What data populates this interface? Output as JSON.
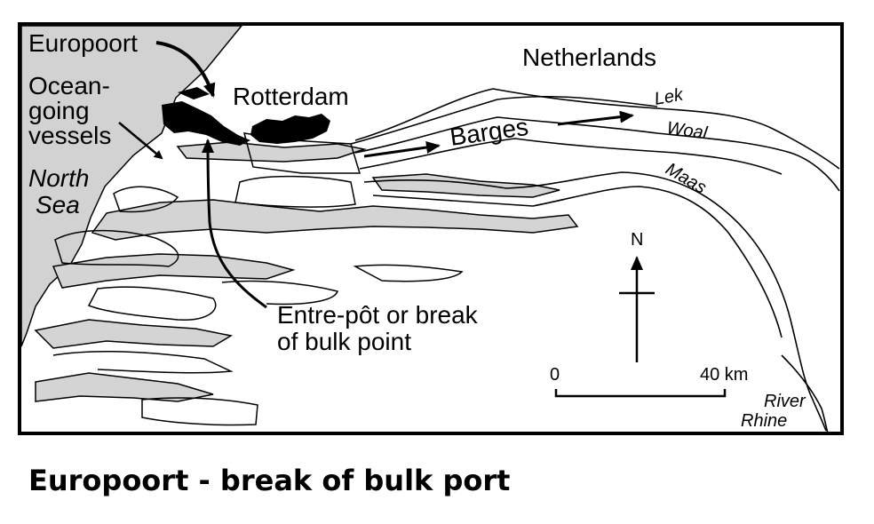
{
  "map": {
    "labels": {
      "europoort": "Europoort",
      "ocean_line1": "Ocean-",
      "ocean_line2": "going",
      "ocean_line3": "vessels",
      "north_sea_line1": "North",
      "north_sea_line2": "Sea",
      "rotterdam": "Rotterdam",
      "netherlands": "Netherlands",
      "barges": "Barges",
      "lek": "Lek",
      "waal": "Woal",
      "maas": "Maas",
      "entrepot_line1": "Entre-pôt or break",
      "entrepot_line2": "of bulk point",
      "north": "N",
      "scale_start": "0",
      "scale_end": "40 km",
      "river_line1": "River",
      "river_line2": "Rhine"
    }
  },
  "caption": "Europoort - break of bulk port"
}
